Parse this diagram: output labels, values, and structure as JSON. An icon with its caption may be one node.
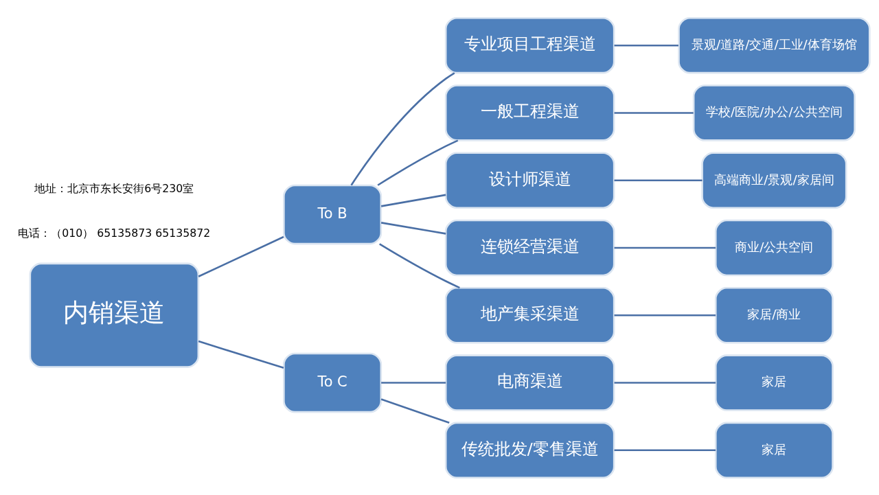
{
  "diagram": {
    "nodes": [
      {
        "text": [
          "内销渠道"
        ]
      },
      {
        "text": [
          "To B"
        ]
      },
      {
        "text": [
          "To C"
        ]
      },
      {
        "text": [
          "专业项目工程渠道"
        ]
      },
      {
        "text": [
          "一般工程渠道"
        ]
      },
      {
        "text": [
          "设计师渠道"
        ]
      },
      {
        "text": [
          "连锁经营渠道"
        ]
      },
      {
        "text": [
          "地产集采渠道"
        ]
      },
      {
        "text": [
          "电商渠道"
        ]
      },
      {
        "text": [
          "传统批发/零售渠道"
        ]
      },
      {
        "text": [
          "景观/道路/交通/工业/体育场馆"
        ]
      },
      {
        "text": [
          "学校/医院/办公/公共空间"
        ]
      },
      {
        "text": [
          "高端商业/景观/家居间"
        ]
      },
      {
        "text": [
          "商业/公共空间"
        ]
      },
      {
        "text": [
          "家居/商业"
        ]
      },
      {
        "text": [
          "家居"
        ]
      },
      {
        "text": [
          "家居"
        ]
      }
    ],
    "edges": [
      {
        "from": 0,
        "to": 1,
        "arrow": "none"
      },
      {
        "from": 0,
        "to": 2,
        "arrow": "none"
      },
      {
        "from": 1,
        "to": 3,
        "arrow": "none"
      },
      {
        "from": 1,
        "to": 4,
        "arrow": "none"
      },
      {
        "from": 1,
        "to": 5,
        "arrow": "none"
      },
      {
        "from": 1,
        "to": 6,
        "arrow": "none"
      },
      {
        "from": 1,
        "to": 7,
        "arrow": "none"
      },
      {
        "from": 2,
        "to": 8,
        "arrow": "none"
      },
      {
        "from": 2,
        "to": 9,
        "arrow": "none"
      },
      {
        "from": 3,
        "to": 10,
        "arrow": "none"
      },
      {
        "from": 4,
        "to": 11,
        "arrow": "none"
      },
      {
        "from": 5,
        "to": 12,
        "arrow": "none"
      },
      {
        "from": 6,
        "to": 13,
        "arrow": "none"
      },
      {
        "from": 7,
        "to": 14,
        "arrow": "none"
      },
      {
        "from": 8,
        "to": 15,
        "arrow": "none"
      },
      {
        "from": 9,
        "to": 16,
        "arrow": "none"
      }
    ],
    "labels": [
      "地址：北京市东长安街6号230室",
      "电话：（010） 65135873 65135872"
    ]
  }
}
